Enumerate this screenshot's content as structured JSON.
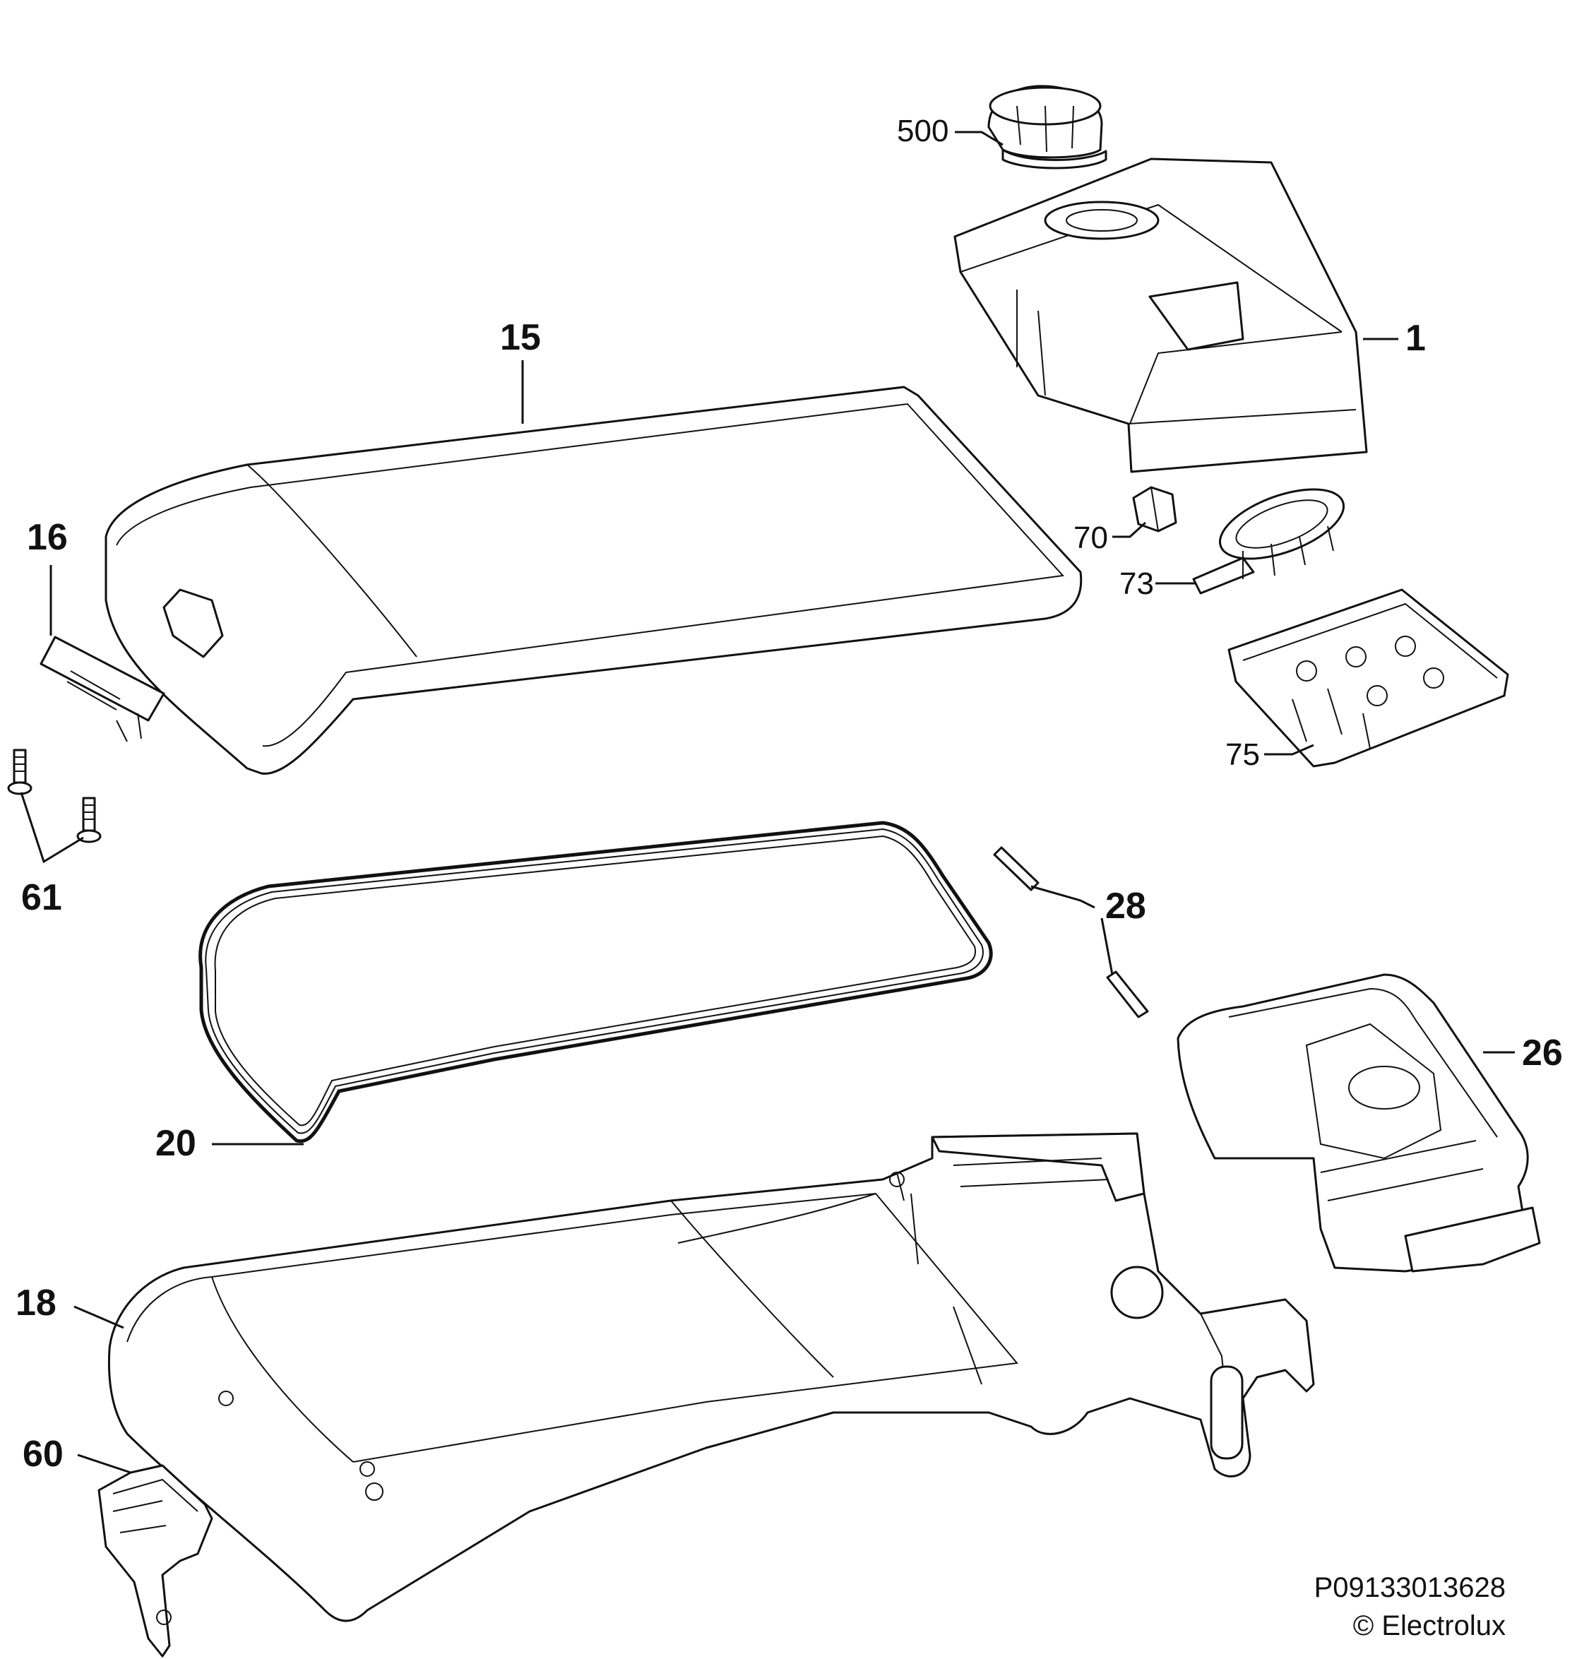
{
  "diagram": {
    "callouts": {
      "c500": "500",
      "c1": "1",
      "c15": "15",
      "c16": "16",
      "c70": "70",
      "c73": "73",
      "c75": "75",
      "c61": "61",
      "c28": "28",
      "c26": "26",
      "c20": "20",
      "c18": "18",
      "c60": "60"
    },
    "diagram_code": "P09133013628",
    "copyright": "© Electrolux"
  }
}
